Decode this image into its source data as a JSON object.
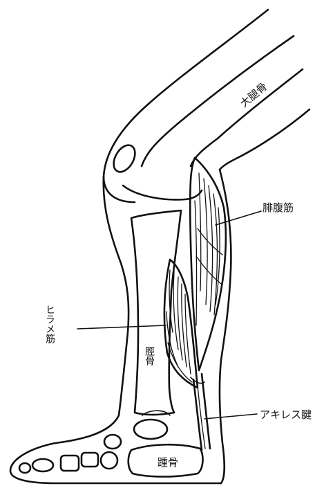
{
  "labels": {
    "thigh": "大腿骨",
    "gastrocnemius": "腓腹筋",
    "soleus": "ヒラメ筋",
    "tibia": "脛骨",
    "achilles": "アキレス腱",
    "heel": "踵骨"
  }
}
